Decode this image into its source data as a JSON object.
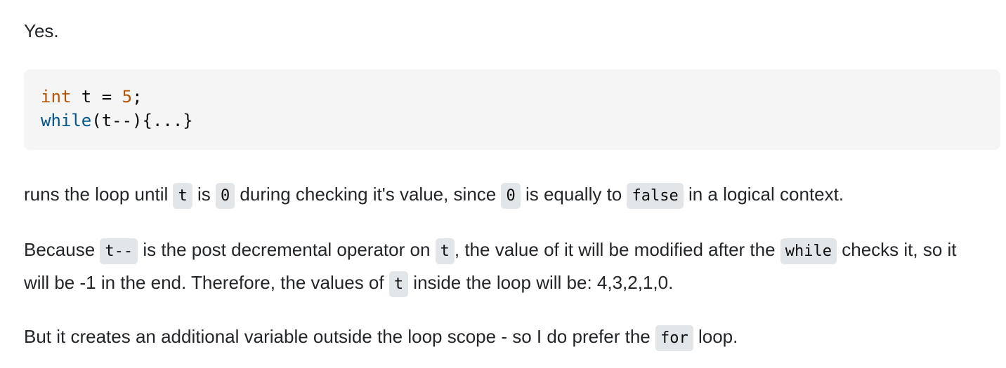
{
  "answer": {
    "intro": "Yes.",
    "code_block": {
      "line1": {
        "type_kw": "int",
        "decl": " t = ",
        "number": "5",
        "end": ";"
      },
      "line2": {
        "ctrl_kw": "while",
        "rest": "(t--){...}"
      }
    },
    "p1": {
      "t1": "runs the loop until ",
      "c1": "t",
      "t2": " is ",
      "c2": "0",
      "t3": " during checking it's value, since ",
      "c3": "0",
      "t4": " is equally to ",
      "c4": "false",
      "t5": " in a logical context."
    },
    "p2": {
      "t1": "Because ",
      "c1": "t--",
      "t2": " is the post decremental operator on ",
      "c2": "t",
      "t3": ", the value of it will be modified after the ",
      "c3": "while",
      "t4": " checks it, so it will be -1 in the end. Therefore, the values of ",
      "c4": "t",
      "t5": " inside the loop will be: 4,3,2,1,0."
    },
    "p3": {
      "t1": "But it creates an additional variable outside the loop scope - so I do prefer the ",
      "c1": "for",
      "t2": " loop."
    }
  }
}
